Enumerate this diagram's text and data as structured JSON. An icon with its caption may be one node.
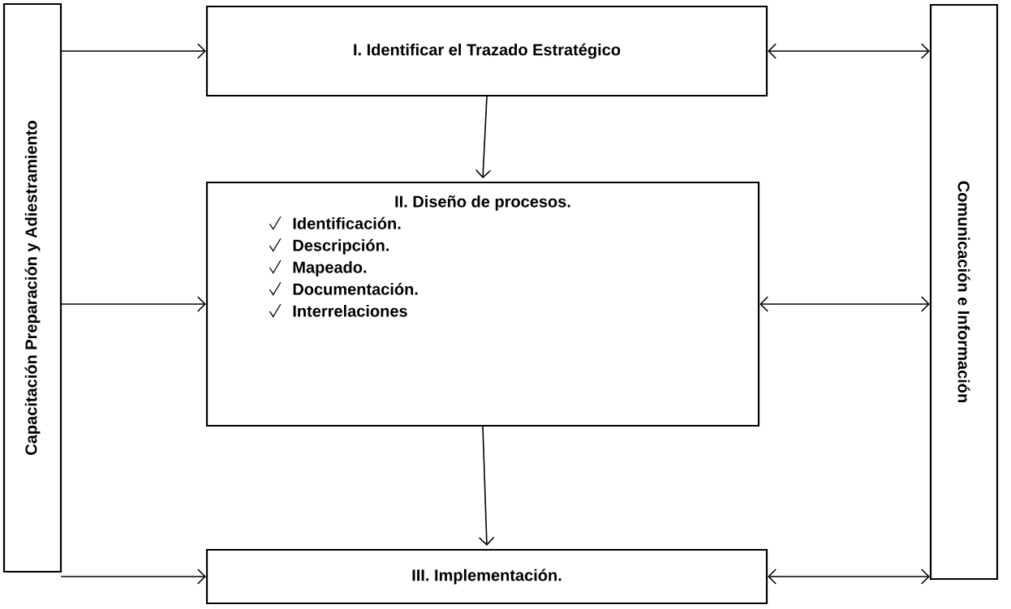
{
  "diagram": {
    "nodes": [
      {
        "text": [
          "Capacitación Preparación y Adiestramiento"
        ]
      },
      {
        "text": [
          "Comunicación e Información"
        ]
      },
      {
        "text": [
          "I. Identificar el Trazado Estratégico"
        ]
      },
      {
        "text": [
          "II. Diseño de procesos.",
          "Identificación.",
          "Descripción.",
          "Mapeado.",
          "Documentación.",
          "Interrelaciones"
        ]
      },
      {
        "text": [
          "III. Implementación."
        ]
      }
    ],
    "edges": [
      {
        "from": 0,
        "to": 2,
        "arrow": "to"
      },
      {
        "from": 0,
        "to": 3,
        "arrow": "to"
      },
      {
        "from": 0,
        "to": 4,
        "arrow": "to"
      },
      {
        "from": 2,
        "to": 1,
        "arrow": "both"
      },
      {
        "from": 3,
        "to": 1,
        "arrow": "both"
      },
      {
        "from": 4,
        "to": 1,
        "arrow": "both"
      },
      {
        "from": 2,
        "to": 3,
        "arrow": "to"
      },
      {
        "from": 3,
        "to": 4,
        "arrow": "to"
      }
    ]
  }
}
